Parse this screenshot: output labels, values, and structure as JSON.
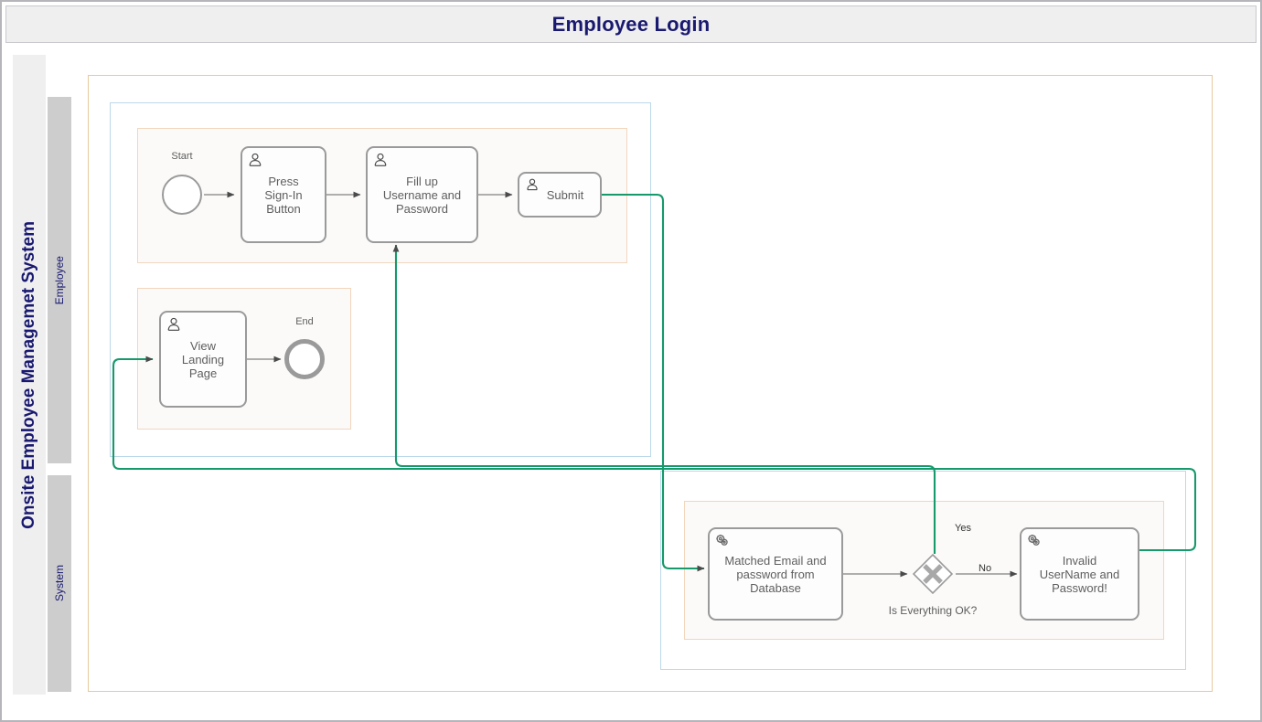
{
  "window": {
    "title": "Employee Login"
  },
  "pool": {
    "label": "Onsite Employee Managemet System",
    "lanes": [
      {
        "id": "employee",
        "label": "Employee"
      },
      {
        "id": "system",
        "label": "System"
      }
    ]
  },
  "diagram": {
    "type": "bpmn-flowchart",
    "events": [
      {
        "id": "start",
        "kind": "start-event",
        "label": "Start"
      },
      {
        "id": "end",
        "kind": "end-event",
        "label": "End"
      }
    ],
    "tasks": [
      {
        "id": "press-signin",
        "label": "Press\nSign-In\nButton",
        "icon": "user-task-icon",
        "lane": "employee"
      },
      {
        "id": "fill-credentials",
        "label": "Fill up\nUsername and\nPassword",
        "icon": "user-task-icon",
        "lane": "employee"
      },
      {
        "id": "submit",
        "label": "Submit",
        "icon": "user-task-icon",
        "lane": "employee"
      },
      {
        "id": "view-landing",
        "label": "View\nLanding\nPage",
        "icon": "user-task-icon",
        "lane": "employee"
      },
      {
        "id": "match-db",
        "label": "Matched Email and\npassword from\nDatabase",
        "icon": "service-task-icon",
        "lane": "system"
      },
      {
        "id": "invalid-creds",
        "label": "Invalid\nUserName and\nPassword!",
        "icon": "service-task-icon",
        "lane": "system"
      }
    ],
    "gateways": [
      {
        "id": "check-ok",
        "kind": "exclusive-gateway",
        "marker": "X",
        "label": "Is Everything OK?"
      }
    ],
    "flow_labels": [
      {
        "id": "yes",
        "text": "Yes"
      },
      {
        "id": "no",
        "text": "No"
      }
    ],
    "colors": {
      "title_text": "#191970",
      "sequence_flow": "#808080",
      "message_flow": "#16996b",
      "shape_border": "#9a9a9a",
      "shape_text": "#5e5e5e",
      "pool_header_bg": "#efefef",
      "lane_header_bg": "#cdcdcd",
      "outer_frame": "#e8c9a0",
      "blue_frame": "#bcd9ea",
      "sub_frame": "#f2d6bd"
    }
  }
}
